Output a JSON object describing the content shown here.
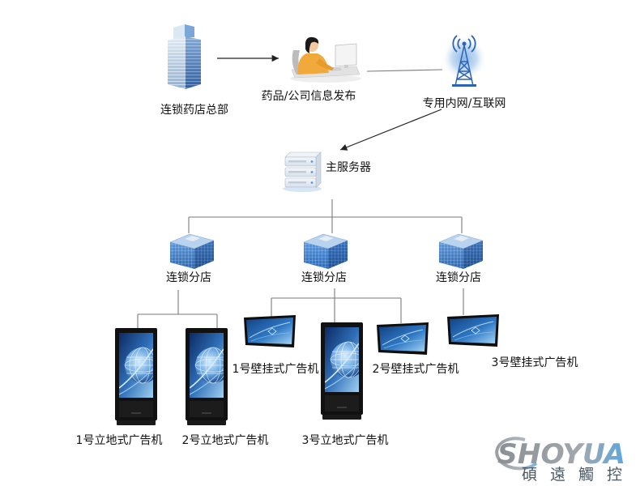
{
  "diagram": {
    "headquarters": {
      "label": "连锁药店总部",
      "icon": "office-tower-icon"
    },
    "publishing": {
      "label": "药品/公司信息发布",
      "icon": "person-at-computer-icon"
    },
    "network": {
      "label": "专用内网/互联网",
      "icon": "wireless-antenna-icon"
    },
    "server": {
      "label": "主服务器",
      "icon": "server-rack-icon"
    },
    "branches": [
      {
        "label": "连锁分店",
        "icon": "office-building-icon"
      },
      {
        "label": "连锁分店",
        "icon": "office-building-icon"
      },
      {
        "label": "连锁分店",
        "icon": "office-building-icon"
      }
    ],
    "devices": {
      "floor_1": {
        "label": "1号立地式广告机",
        "icon": "floor-kiosk-icon"
      },
      "floor_2": {
        "label": "2号立地式广告机",
        "icon": "floor-kiosk-icon"
      },
      "floor_3": {
        "label": "3号立地式广告机",
        "icon": "floor-kiosk-icon"
      },
      "wall_1": {
        "label": "1号壁挂式广告机",
        "icon": "wall-display-icon"
      },
      "wall_2": {
        "label": "2号壁挂式广告机",
        "icon": "wall-display-icon"
      },
      "wall_3": {
        "label": "3号壁挂式广告机",
        "icon": "wall-display-icon"
      }
    }
  },
  "logo": {
    "wordmark": "SHOYUA",
    "chinese": "碩遠觸控"
  },
  "colors": {
    "background": "#ffffff",
    "connector": "#7a7a7a",
    "arrow": "#222222",
    "text": "#111111",
    "logo_gray": "#8a8f96",
    "logo_blue": "#5aa7e0"
  }
}
